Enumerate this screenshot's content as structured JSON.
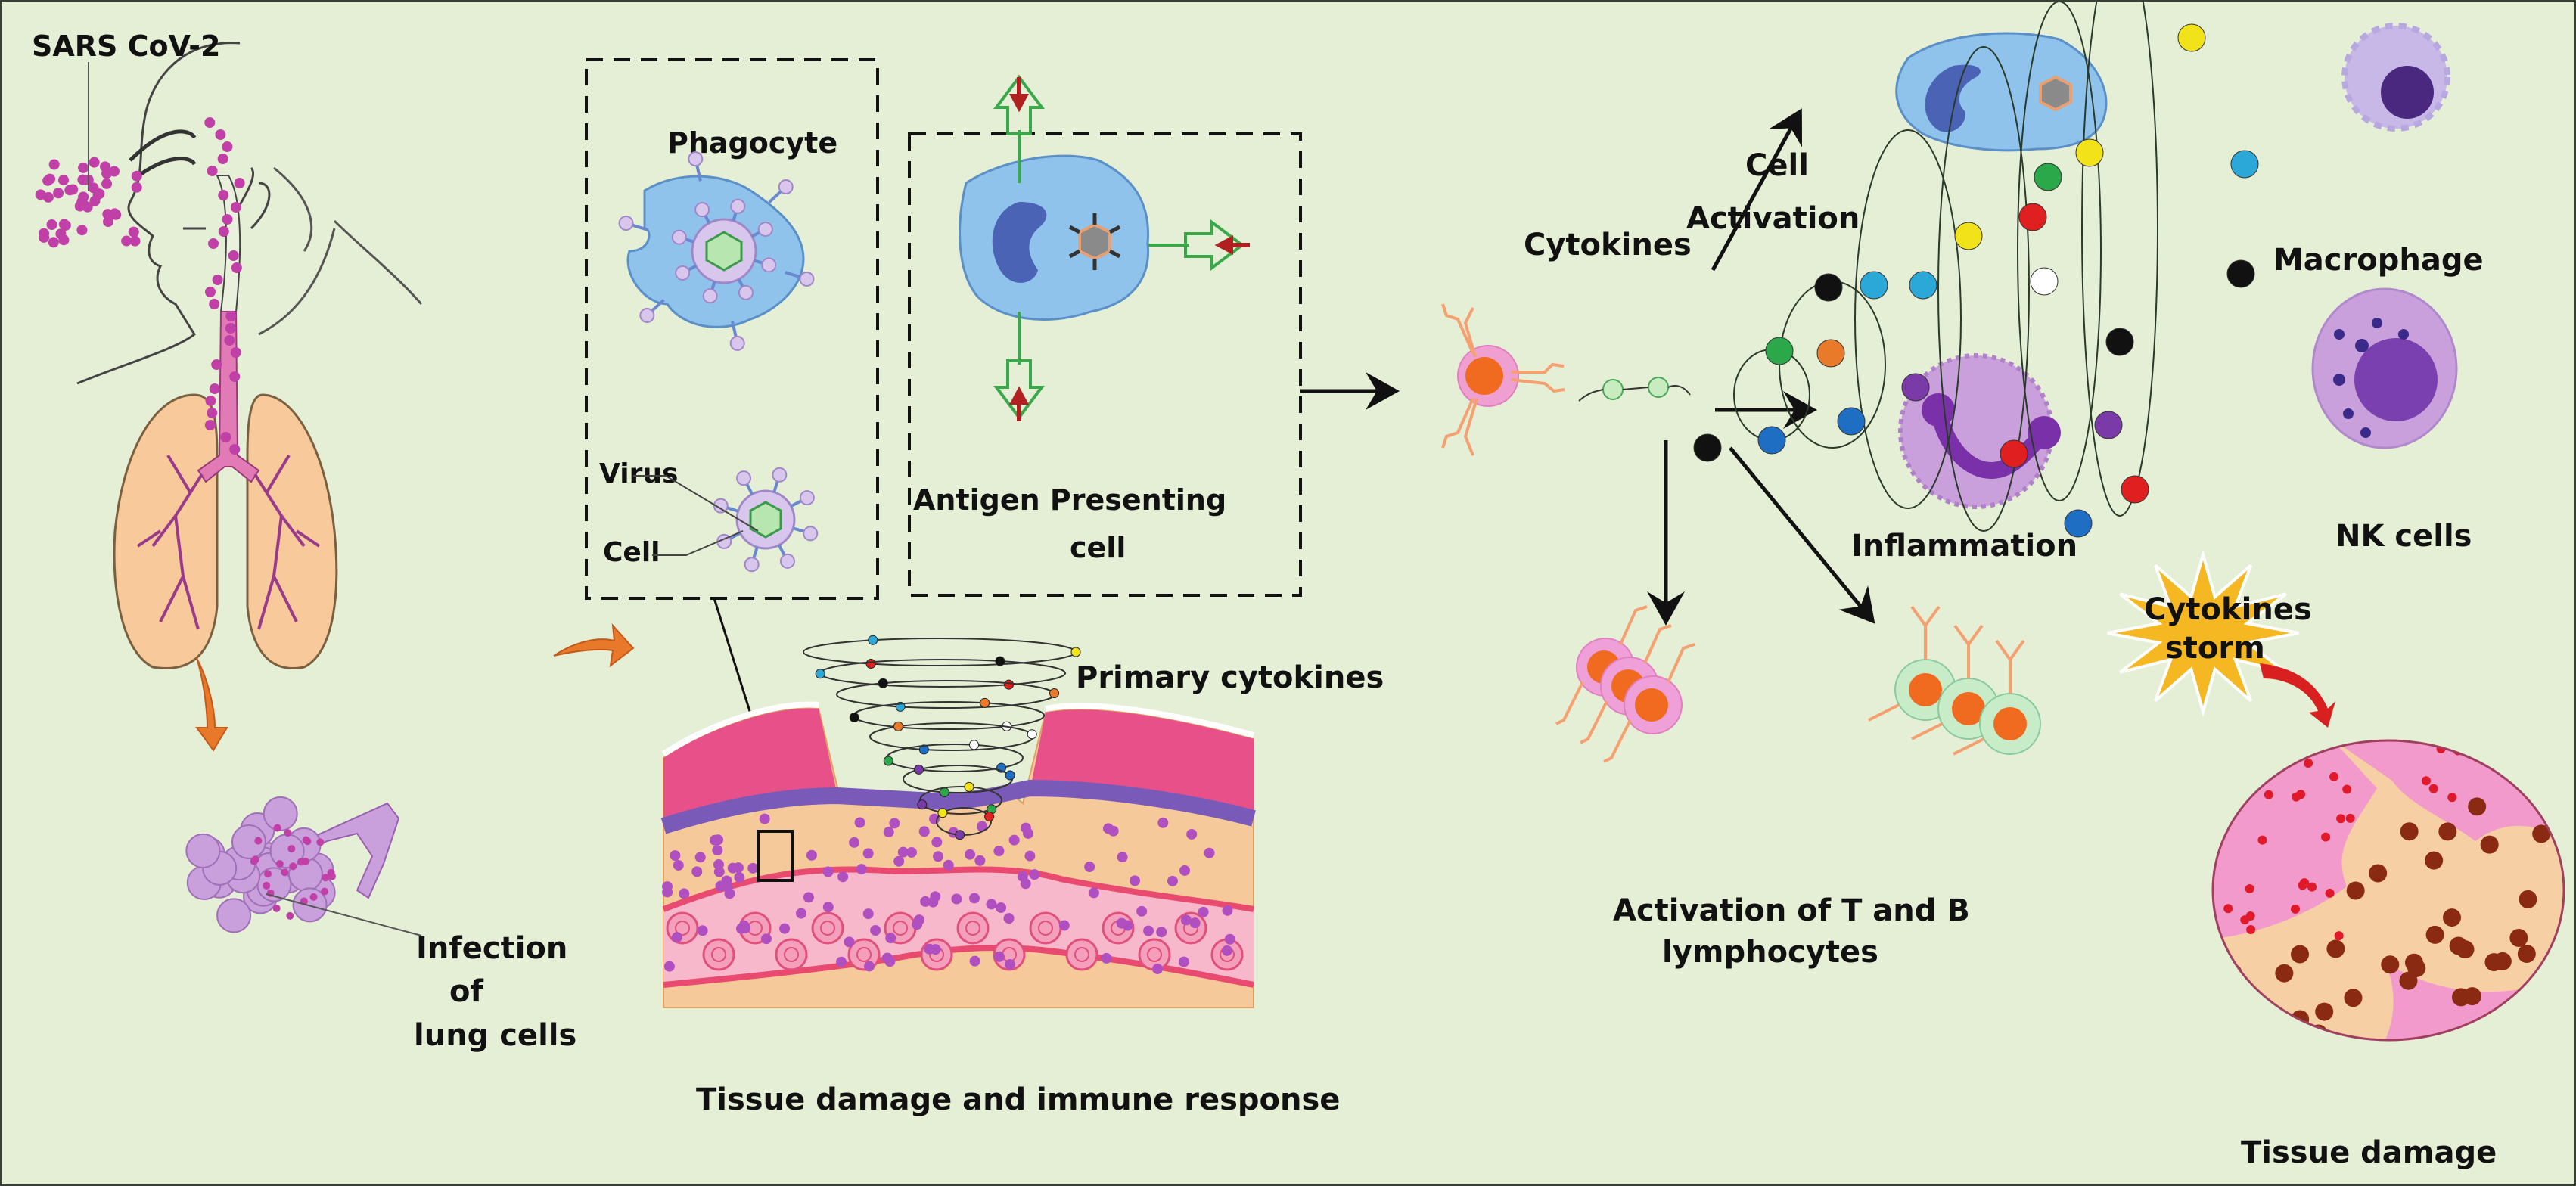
{
  "title": "SARS CoV-2 infection, immune response and cytokine storm",
  "labels": {
    "sars_cov2": "SARS CoV-2",
    "infection_line1": "Infection",
    "infection_line2": "of",
    "infection_line3": "lung cells",
    "phagocyte": "Phagocyte",
    "virus": "Virus",
    "cell": "Cell",
    "apc_line1": "Antigen Presenting",
    "apc_line2": "cell",
    "primary_cytokines": "Primary cytokines",
    "tissue_immune": "Tissue damage and immune response",
    "cytokines": "Cytokines",
    "cell_activation_line1": "Cell",
    "cell_activation_line2": "Activation",
    "inflammation": "Inflammation",
    "macrophage": "Macrophage",
    "nk_cells": "NK cells",
    "storm_line1": "Cytokines",
    "storm_line2": "storm",
    "tb_line1": "Activation of T and B",
    "tb_line2": "lymphocytes",
    "tissue_damage": "Tissue damage"
  },
  "flow": [
    "SARS CoV-2 inhalation",
    "Infection of lung cells",
    "Tissue damage and immune response",
    "Phagocyte / Antigen Presenting cell",
    "Cytokines",
    "Cell Activation / Inflammation / Activation of T and B lymphocytes",
    "Cytokines storm",
    "Tissue damage"
  ],
  "colors": {
    "background": "#e5efd6",
    "virus_particle": "#c040a8",
    "lung": "#f8c99a",
    "airway": "#e27ab6",
    "alveoli": "#c9a0dc",
    "arrow_orange": "#e8782a",
    "cell_blue": "#8fc3ec",
    "nucleus_blue": "#4a63b5",
    "tissue_pink": "#e8508a",
    "storm_yellow": "#f6b822",
    "damage_arrow": "#d92020",
    "healthy_cell": "#f29acb",
    "damaged_cell": "#f6d0a4",
    "damaged_nucleus": "#8a2a12"
  },
  "cytokine_colors": [
    "#f2e21a",
    "#e02020",
    "#2ba7d8",
    "#111111",
    "#e87a2a",
    "#ffffff",
    "#1e6fc4",
    "#2aa84a",
    "#7a3aa8"
  ]
}
